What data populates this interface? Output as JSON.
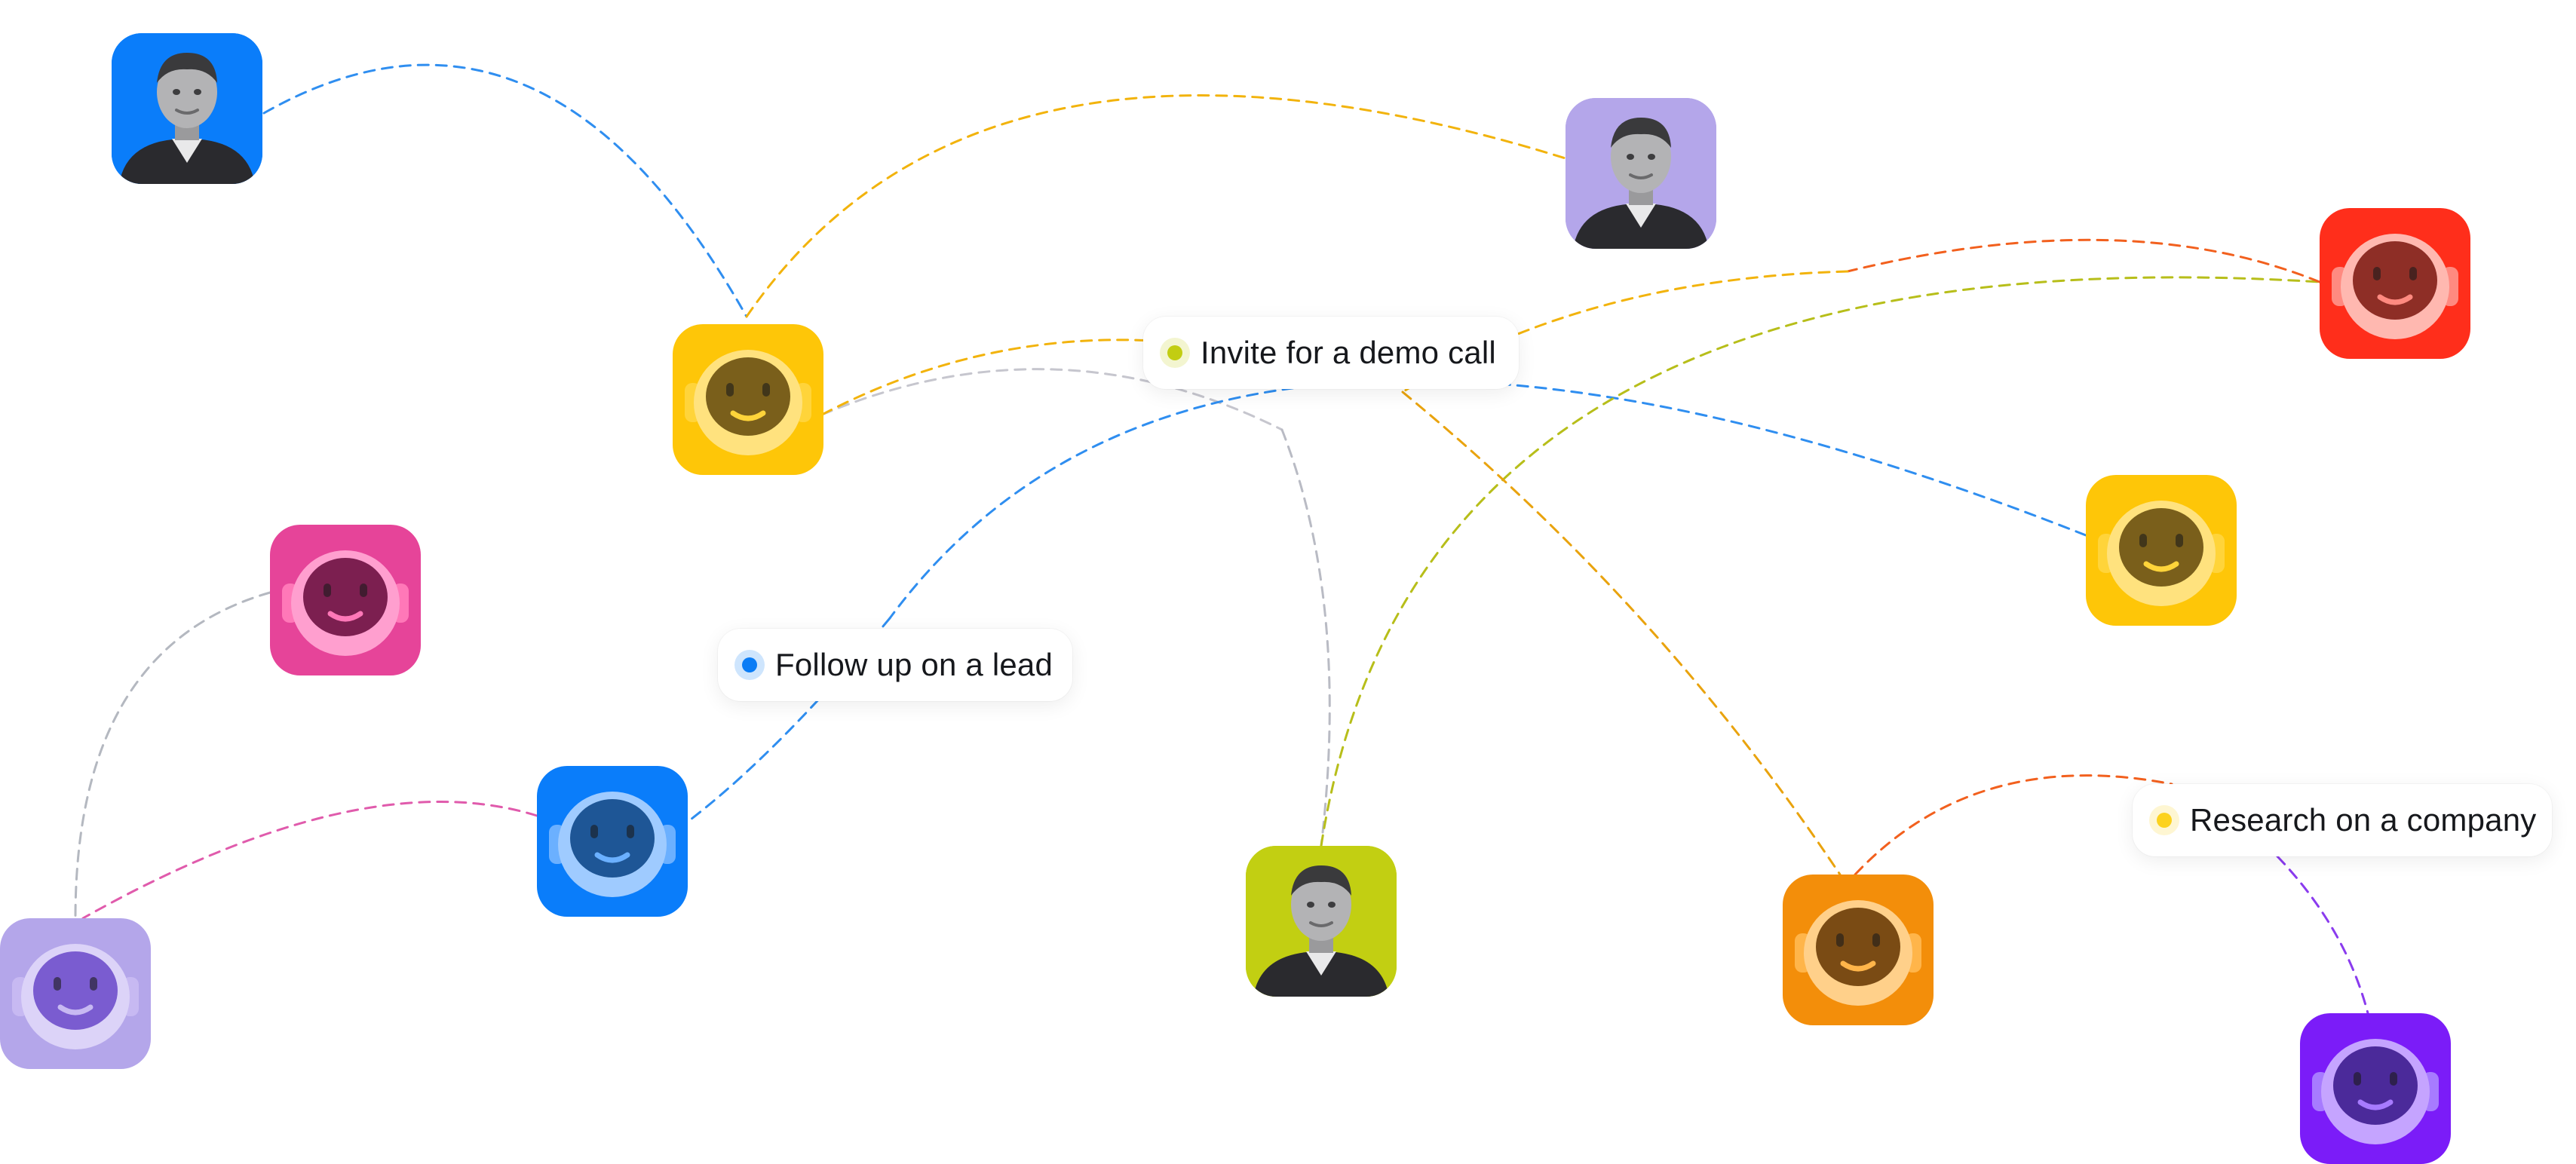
{
  "tasks": [
    {
      "label": "Invite for a demo call",
      "color": "#C2CD12"
    },
    {
      "label": "Follow up on a lead",
      "color": "#0A7CF5"
    },
    {
      "label": "Research on a company",
      "color": "#FCD21E"
    }
  ],
  "avatars": [
    {
      "kind": "person",
      "bg": "#0A7DFA"
    },
    {
      "kind": "person",
      "bg": "#B4A6EA"
    },
    {
      "kind": "person",
      "bg": "#C2CF12"
    },
    {
      "kind": "robot",
      "bg": "#FEC608",
      "face": "#7A5F1B",
      "helmet": "#FFE27E",
      "accent": "#FFD43A"
    },
    {
      "kind": "robot",
      "bg": "#FF2E1B",
      "face": "#8E2E26",
      "helmet": "#FFB8B0",
      "accent": "#FF8A80"
    },
    {
      "kind": "robot",
      "bg": "#FEC608",
      "face": "#7A5F1B",
      "helmet": "#FFE27E",
      "accent": "#FFD43A"
    },
    {
      "kind": "robot",
      "bg": "#E64499",
      "face": "#7C1F50",
      "helmet": "#FF9FCF",
      "accent": "#FF78B8"
    },
    {
      "kind": "robot",
      "bg": "#0A7DFA",
      "face": "#1E5696",
      "helmet": "#9FCBFF",
      "accent": "#6BB0FF"
    },
    {
      "kind": "robot",
      "bg": "#B4A6EA",
      "face": "#7A5CD0",
      "helmet": "#DCD3F8",
      "accent": "#C7B9F2"
    },
    {
      "kind": "robot",
      "bg": "#F38E0A",
      "face": "#7A4B14",
      "helmet": "#FFD08A",
      "accent": "#FFB54A"
    },
    {
      "kind": "robot",
      "bg": "#7B1CF8",
      "face": "#4B2A9A",
      "helmet": "#C5A4FF",
      "accent": "#A77BFF"
    }
  ],
  "connectors": [
    {
      "color": "#2F8EF0"
    },
    {
      "color": "#F2B30C"
    },
    {
      "color": "#C6C6CE"
    },
    {
      "color": "#F2B30C"
    },
    {
      "color": "#B9BBC4"
    },
    {
      "color": "#2F8EF0"
    },
    {
      "color": "#2F8EF0"
    },
    {
      "color": "#E05BAC"
    },
    {
      "color": "#B4B8C0"
    },
    {
      "color": "#B7BE1A"
    },
    {
      "color": "#F2601E"
    },
    {
      "color": "#F2B30C"
    },
    {
      "color": "#E9A30E"
    },
    {
      "color": "#F2601E"
    },
    {
      "color": "#8A3BEE"
    }
  ]
}
